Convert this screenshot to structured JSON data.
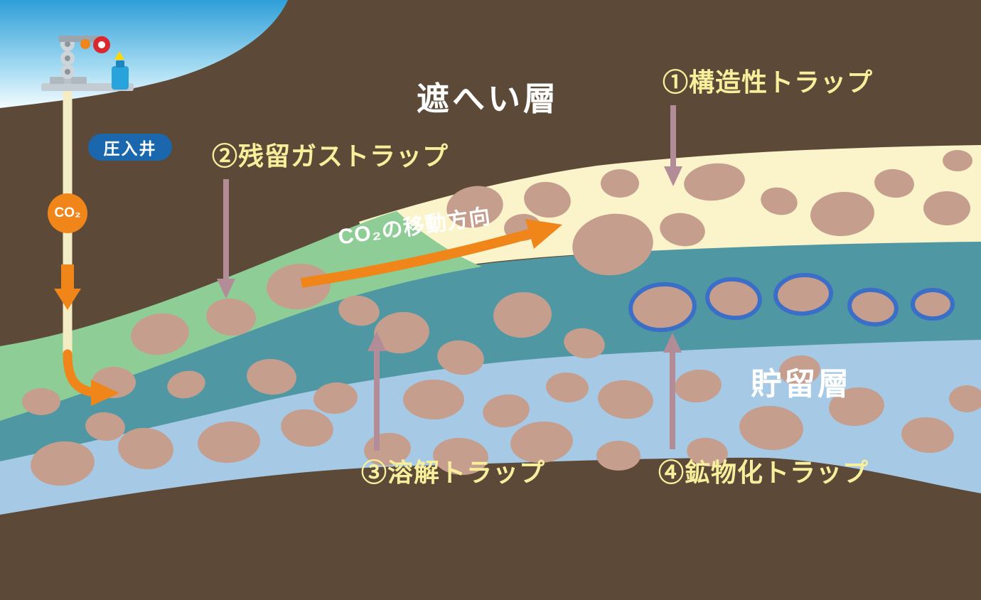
{
  "labels": {
    "seal_layer": "遮へい層",
    "reservoir_layer": "貯留層",
    "injection_well": "圧入井",
    "co2_badge": "CO₂",
    "co2_flow_direction": "CO₂の移動方向",
    "trap_1_structural": "①構造性トラップ",
    "trap_2_residual_gas": "②残留ガストラップ",
    "trap_3_dissolution": "③溶解トラップ",
    "trap_4_mineralization": "④鉱物化トラップ"
  },
  "icons": {
    "pumpjack": "pumpjack-icon"
  },
  "colors": {
    "cap_rock_brown": "#5d4937",
    "sky_blue": "#2f9fd8",
    "seal_sand_cream": "#fbf4ca",
    "residual_gas_green": "#8ecd96",
    "dissolution_teal": "#4e97a3",
    "reservoir_blue": "#a6c9e5",
    "rock_tan": "#c59e8e",
    "mineral_rim_blue": "#3b6ec6",
    "co2_arrow_orange": "#f08619",
    "pointer_mauve": "#b28c96",
    "well_badge_blue": "#1a67ae",
    "label_yellow": "#f7ef9c",
    "pipe_cream": "#f4ecc4"
  }
}
